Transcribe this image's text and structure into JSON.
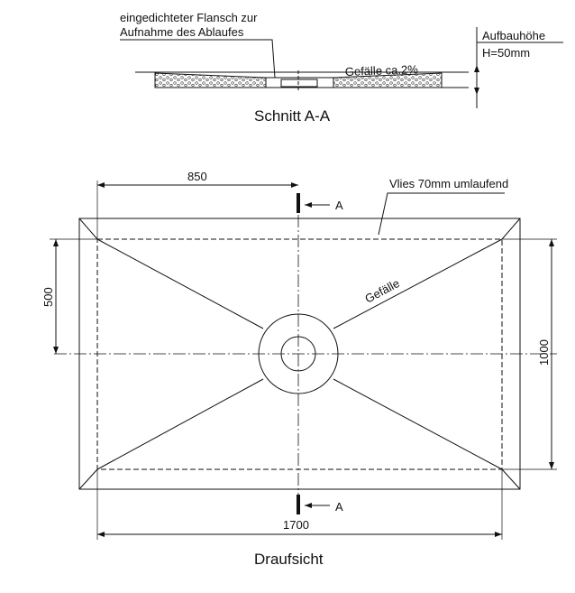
{
  "section": {
    "flange_line1": "eingedichteter Flansch zur",
    "flange_line2": "Aufnahme des Ablaufes",
    "height_label": "Aufbauhöhe",
    "height_value": "H=50mm",
    "slope": "Gefälle ca.2%",
    "title": "Schnitt A-A"
  },
  "plan": {
    "dim_top": "850",
    "dim_left": "500",
    "dim_right": "1000",
    "dim_bottom": "1700",
    "fleece": "Vlies 70mm umlaufend",
    "slope": "Gefälle",
    "section_mark": "A",
    "title": "Draufsicht"
  }
}
